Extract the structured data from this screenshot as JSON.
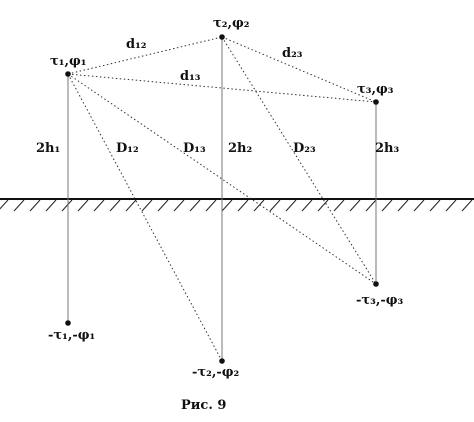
{
  "labels": {
    "c1": "τ₁,φ₁",
    "c2": "τ₂,φ₂",
    "c3": "τ₃,φ₃",
    "i1": "-τ₁,-φ₁",
    "i2": "-τ₂,-φ₂",
    "i3": "-τ₃,-φ₃",
    "d12": "d₁₂",
    "d13": "d₁₃",
    "d23": "d₂₃",
    "D12": "D₁₂",
    "D13": "D₁₃",
    "D23": "D₂₃",
    "h1": "2h₁",
    "h2": "2h₂",
    "h3": "2h₃"
  },
  "caption": "Рис. 9"
}
